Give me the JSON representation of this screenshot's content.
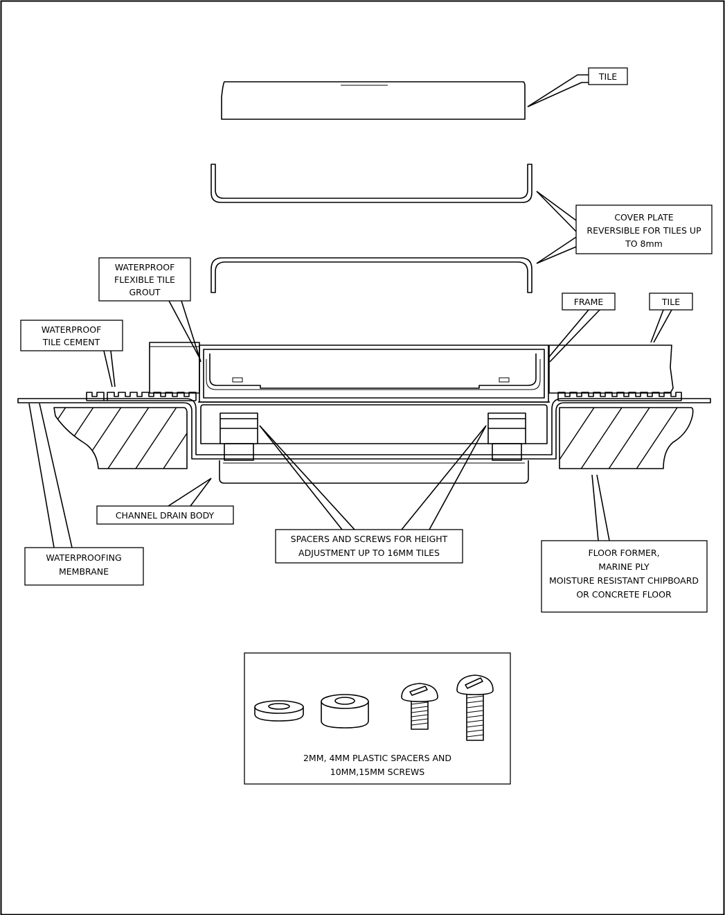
{
  "labels": {
    "tile_top": "TILE",
    "cover_plate": [
      "COVER PLATE",
      "REVERSIBLE FOR TILES UP",
      "TO 8mm"
    ],
    "grout": [
      "WATERPROOF",
      "FLEXIBLE TILE",
      "GROUT"
    ],
    "frame": "FRAME",
    "tile_right": "TILE",
    "tile_cement": [
      "WATERPROOF",
      "TILE CEMENT"
    ],
    "channel_drain": "CHANNEL DRAIN BODY",
    "spacers": [
      "SPACERS AND SCREWS FOR HEIGHT",
      "ADJUSTMENT UP TO 16MM TILES"
    ],
    "membrane": [
      "WATERPROOFING",
      "MEMBRANE"
    ],
    "floor": [
      "FLOOR FORMER,",
      "MARINE PLY",
      "MOISTURE RESISTANT CHIPBOARD",
      "OR CONCRETE FLOOR"
    ]
  },
  "kit_caption": [
    "2MM, 4MM PLASTIC SPACERS AND",
    "10MM,15MM SCREWS"
  ],
  "kit_parts": [
    "2mm-spacer",
    "4mm-spacer",
    "10mm-screw",
    "15mm-screw"
  ]
}
